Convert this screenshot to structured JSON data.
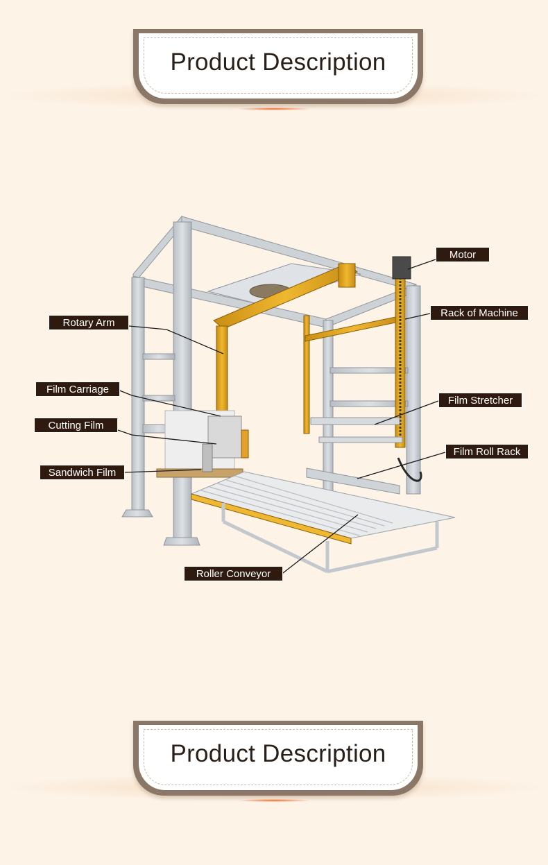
{
  "sections": {
    "top_title": "Product Description",
    "bottom_title": "Product Description"
  },
  "callouts": {
    "motor": "Motor",
    "rack_of_machine": "Rack of Machine",
    "rotary_arm": "Rotary Arm",
    "film_carriage": "Film Carriage",
    "film_stretcher": "Film Stretcher",
    "cutting_film": "Cutting Film",
    "film_roll_rack": "Film Roll Rack",
    "sandwich_film": "Sandwich Film",
    "roller_conveyor": "Roller Conveyor"
  },
  "colors": {
    "background": "#fdf3e7",
    "banner_frame": "#8a7768",
    "label_bg": "#2e1a0e",
    "frame_steel": "#c9ced3",
    "arm_yellow": "#e8a922"
  }
}
